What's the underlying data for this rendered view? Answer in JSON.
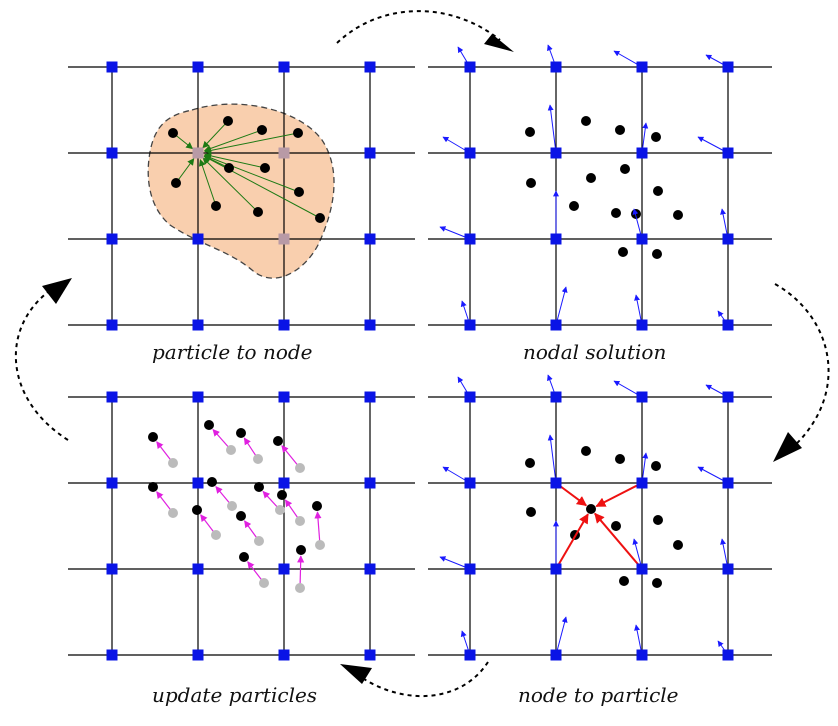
{
  "panels": [
    {
      "id": "p2n",
      "caption": "particle to node"
    },
    {
      "id": "nodal",
      "caption": "nodal solution"
    },
    {
      "id": "update",
      "caption": "update particles"
    },
    {
      "id": "n2p",
      "caption": "node to particle"
    }
  ],
  "colors": {
    "grid_line": "#000000",
    "node": "#0a14e6",
    "node_shaded": "#b89aa6",
    "particle": "#000000",
    "particle_old": "#bbbbbb",
    "velocity_arrow": "#1a1aff",
    "gather_arrow": "#1d7a14",
    "interp_arrow": "#ee1111",
    "update_arrow": "#e020e0",
    "support_fill": "#f9cfae",
    "support_outline": "#444444",
    "cycle_arrow": "#000000"
  }
}
